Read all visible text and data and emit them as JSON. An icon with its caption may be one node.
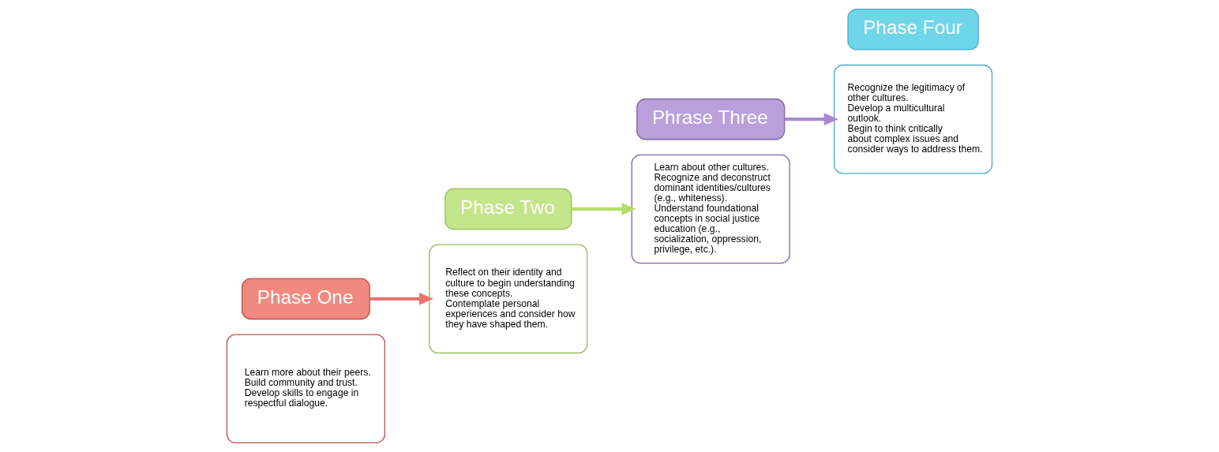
{
  "diagram": {
    "nodes": [
      {
        "text": [
          "Learn more about their peers.",
          "Build community and trust.",
          "Develop skills to engage in respectful dialogue."
        ]
      },
      {
        "text": [
          "Phase One"
        ]
      },
      {
        "text": [
          "Phase Two"
        ]
      },
      {
        "text": [
          "Reflect on their identity and culture to begin understanding these concepts.",
          "Contemplate personal experiences and consider how they have shaped them."
        ]
      },
      {
        "text": [
          "Learn about other cultures.",
          "Recognize and deconstruct dominant identities/cultures (e.g., whiteness).",
          "Understand foundational concepts in social justice education (e.g., socialization, oppression, privilege, etc.)."
        ]
      },
      {
        "text": [
          "Phrase Three"
        ]
      },
      {
        "text": [
          "Phase Four"
        ]
      },
      {
        "text": [
          "Recognize the legitimacy of other cultures.",
          "Develop a multicultural outlook.",
          "Begin to think critically about complex issues and consider ways to address them."
        ]
      }
    ],
    "edges": [
      {
        "from": 1,
        "to": 3,
        "arrow": "to",
        "color": "#e8766d"
      },
      {
        "from": 2,
        "to": 4,
        "arrow": "to",
        "color": "#b5dd6c"
      },
      {
        "from": 5,
        "to": 7,
        "arrow": "to",
        "color": "#a98bd0"
      }
    ]
  }
}
